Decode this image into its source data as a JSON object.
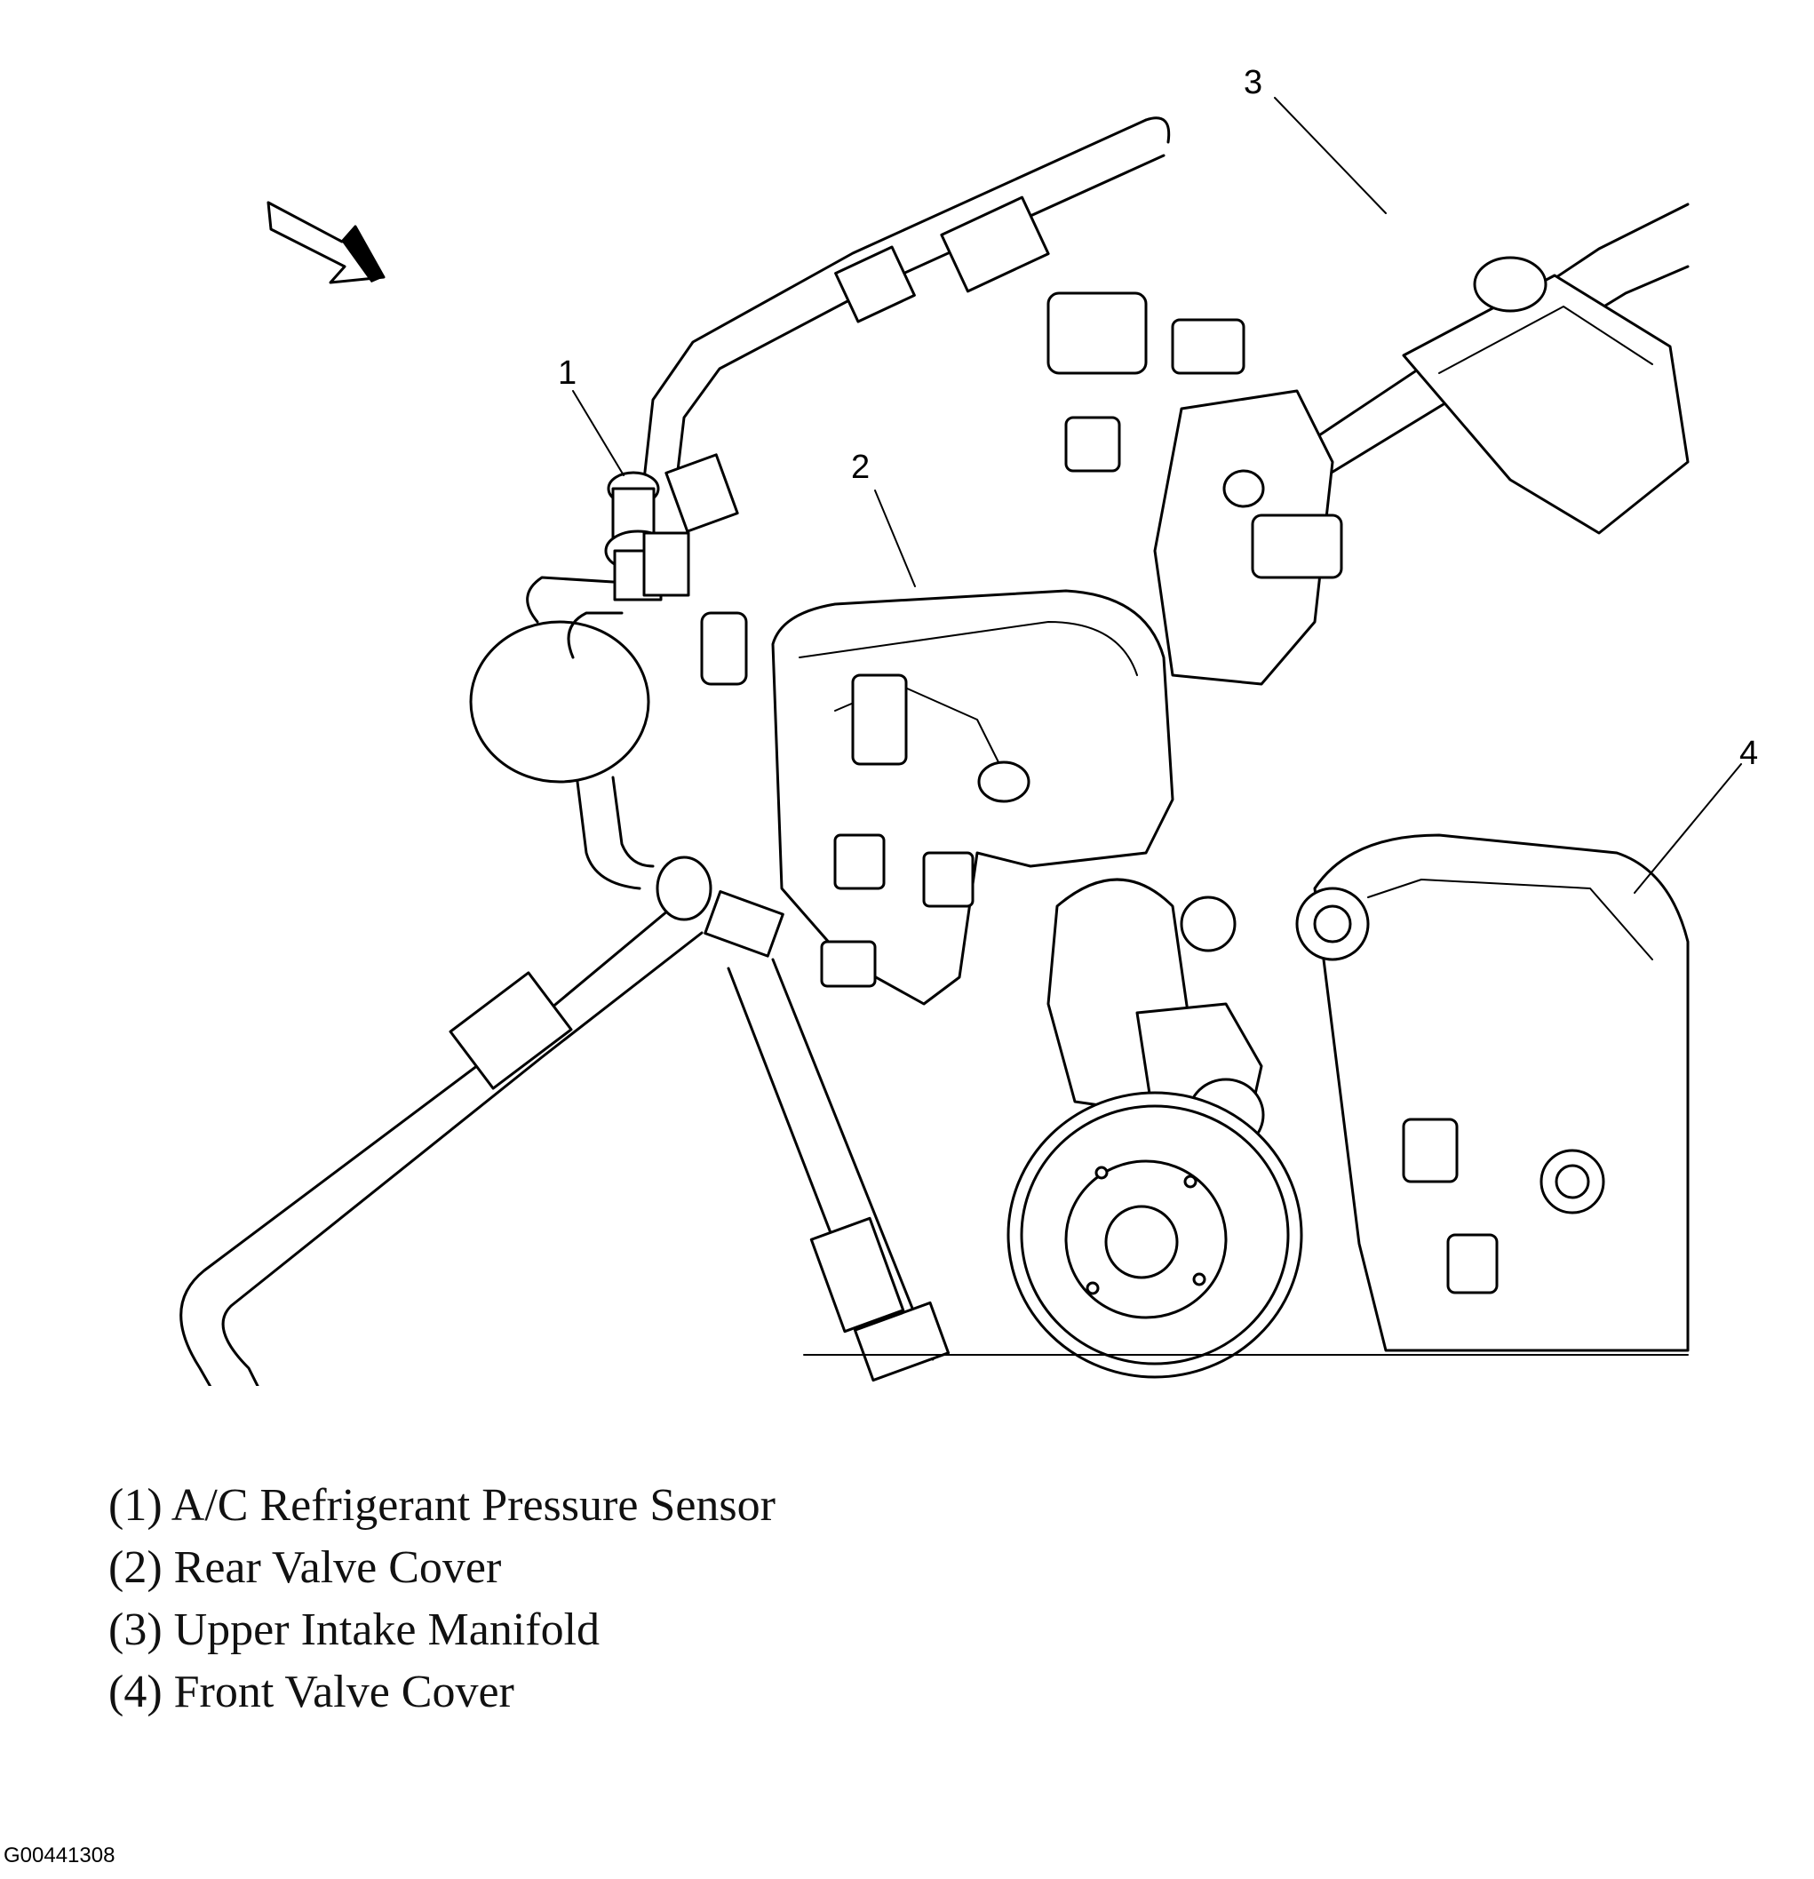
{
  "callouts": [
    {
      "number": "1"
    },
    {
      "number": "2"
    },
    {
      "number": "3"
    },
    {
      "number": "4"
    }
  ],
  "legend": [
    "(1) A/C Refrigerant Pressure Sensor",
    "(2) Rear Valve Cover",
    "(3) Upper Intake Manifold",
    "(4) Front Valve Cover"
  ],
  "figure_id": "G00441308"
}
